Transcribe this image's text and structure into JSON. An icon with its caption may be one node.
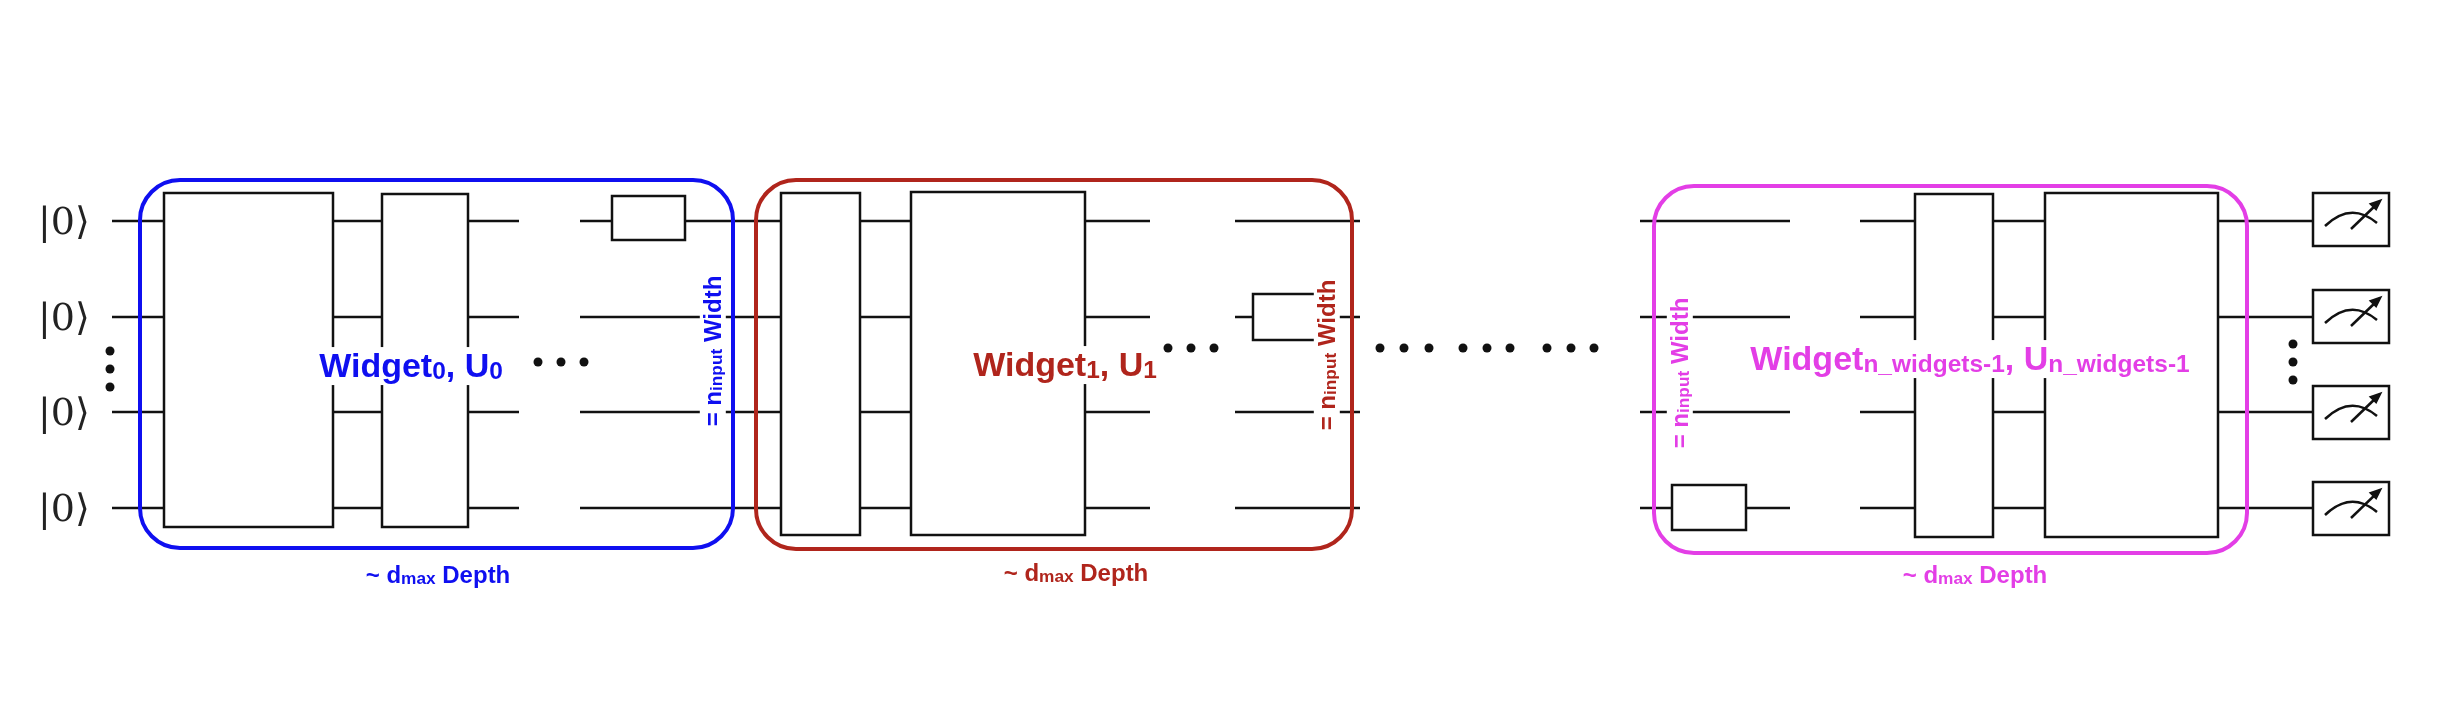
{
  "diagram": {
    "nodes": [
      {
        "text": [
          "Widget$_{0}$, U$_{0}$",
          "= n$_{input}$ Width"
        ],
        "beside": [
          "~ d$_{max}$ Depth"
        ]
      },
      {
        "text": [
          "Widget$_{1}$, U$_{1}$",
          "= n$_{input}$ Width"
        ],
        "beside": [
          "~ d$_{max}$ Depth"
        ]
      },
      {
        "text": [
          "Widget$_{n_widgets-1}$, U$_{n_widgets-1}$",
          "= n$_{input}$ Width"
        ],
        "beside": [
          "~ d$_{max}$ Depth"
        ]
      }
    ],
    "labels": [
      "|0⟩",
      "|0⟩",
      "|0⟩",
      "|0⟩"
    ]
  }
}
